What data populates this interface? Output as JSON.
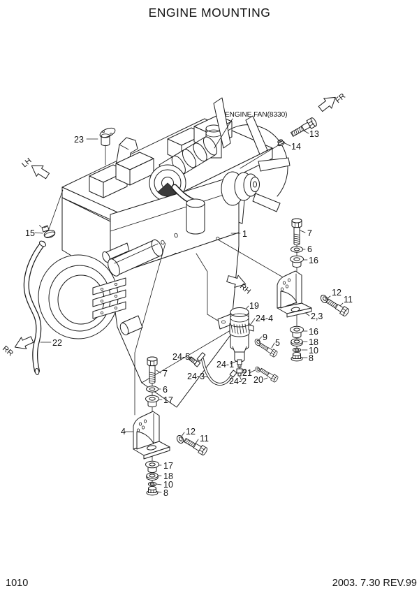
{
  "title": "ENGINE MOUNTING",
  "footer": {
    "page_code": "1010",
    "revision": "2003. 7.30 REV.99"
  },
  "diagram": {
    "component_label": "ENGINE FAN(8330)",
    "arrows": {
      "fr": "FR",
      "lh": "LH",
      "rh": "RH",
      "rr": "RR"
    },
    "callouts": {
      "c1": "1",
      "c2_3": "2,3",
      "c4": "4",
      "c5": "5",
      "c6_right": "6",
      "c6_left": "6",
      "c7_right": "7",
      "c7_left": "7",
      "c8_right": "8",
      "c8_left": "8",
      "c9": "9",
      "c10_right": "10",
      "c10_left": "10",
      "c11_right": "11",
      "c11_left": "11",
      "c12_right": "12",
      "c12_left": "12",
      "c13": "13",
      "c14": "14",
      "c15": "15",
      "c16_upper": "16",
      "c16_lower": "16",
      "c17_upper": "17",
      "c17_lower": "17",
      "c18_right": "18",
      "c18_left": "18",
      "c19": "19",
      "c20": "20",
      "c21": "21",
      "c22": "22",
      "c23": "23",
      "c24_1": "24-1",
      "c24_2": "24-2",
      "c24_3": "24-3",
      "c24_4": "24-4",
      "c24_5": "24-5"
    }
  }
}
